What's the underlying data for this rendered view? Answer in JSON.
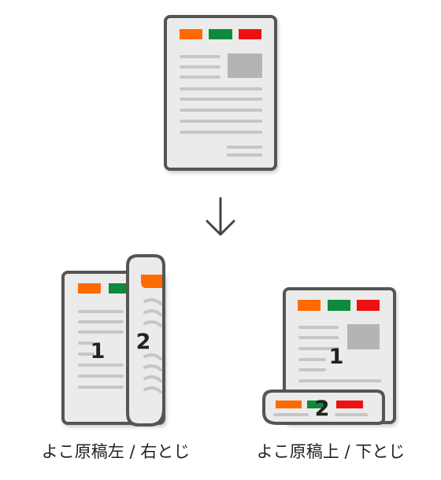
{
  "colors": {
    "outline": "#555555",
    "paper": "#ebebeb",
    "line": "#c6c6c6",
    "image": "#b4b4b4",
    "orange": "#ff6a00",
    "green": "#0d8a3c",
    "red": "#ee1111",
    "arrow": "#444444"
  },
  "left": {
    "page_front_number": "1",
    "page_back_number": "2",
    "caption": "よこ原稿左 / 右とじ"
  },
  "right": {
    "page_front_number": "1",
    "page_back_number": "2",
    "caption": "よこ原稿上 / 下とじ"
  }
}
